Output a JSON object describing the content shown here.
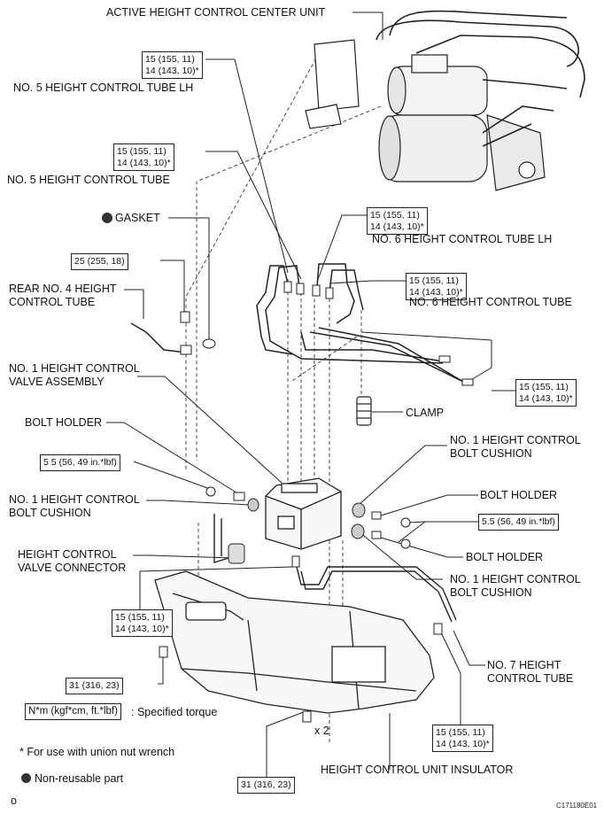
{
  "labels": {
    "center_unit": "ACTIVE HEIGHT CONTROL CENTER UNIT",
    "tube5_lh": "NO. 5 HEIGHT CONTROL TUBE LH",
    "tube5": "NO. 5 HEIGHT CONTROL TUBE",
    "gasket": "GASKET",
    "tube6_lh": "NO. 6 HEIGHT CONTROL TUBE LH",
    "tube6": "NO. 6 HEIGHT CONTROL TUBE",
    "rear_tube4_line1": "REAR NO. 4 HEIGHT",
    "rear_tube4_line2": "CONTROL TUBE",
    "valve_line1": "NO. 1 HEIGHT CONTROL",
    "valve_line2": "VALVE ASSEMBLY",
    "clamp": "CLAMP",
    "bolt_holder_left": "BOLT HOLDER",
    "cushion_right_upper_line1": "NO. 1 HEIGHT CONTROL",
    "cushion_right_upper_line2": "BOLT CUSHION",
    "bolt_holder_right_upper": "BOLT HOLDER",
    "cushion_left_line1": "NO. 1 HEIGHT CONTROL",
    "cushion_left_line2": "BOLT CUSHION",
    "connector_line1": "HEIGHT CONTROL",
    "connector_line2": "VALVE CONNECTOR",
    "bolt_holder_right_lower": "BOLT HOLDER",
    "cushion_right_lower_line1": "NO. 1 HEIGHT CONTROL",
    "cushion_right_lower_line2": "BOLT CUSHION",
    "tube7_line1": "NO. 7 HEIGHT",
    "tube7_line2": "CONTROL TUBE",
    "insulator": "HEIGHT CONTROL UNIT INSULATOR",
    "x2": "x 2"
  },
  "torque": {
    "t15_a": "15 (155, 11)",
    "t14_a": "14 (143, 10)*",
    "t15_b": "15 (155, 11)",
    "t14_b": "14 (143, 10)*",
    "t15_c": "15 (155, 11)",
    "t14_c": "14 (143, 10)*",
    "t25": "25 (255, 18)",
    "t15_d": "15 (155, 11)",
    "t14_d": "14 (143, 10)*",
    "t15_e": "15 (155, 11)",
    "t14_e": "14 (143, 10)*",
    "t55_left": "5 5 (56, 49 in.*lbf)",
    "t55_right": "5.5 (56, 49 in.*lbf)",
    "t15_f": "15 (155, 11)",
    "t14_f": "14 (143, 10)*",
    "t31_left": "31 (316, 23)",
    "t15_g": "15 (155, 11)",
    "t14_g": "14 (143, 10)*",
    "t31_bottom": "31 (316, 23)"
  },
  "legend": {
    "unit_box": "N*m (kgf*cm, ft.*lbf)",
    "unit_desc": ": Specified torque",
    "asterisk_note": "* For use with union nut wrench",
    "non_reusable": "Non-reusable part"
  },
  "corner_mark": "o",
  "figure_code": "C171180E01"
}
